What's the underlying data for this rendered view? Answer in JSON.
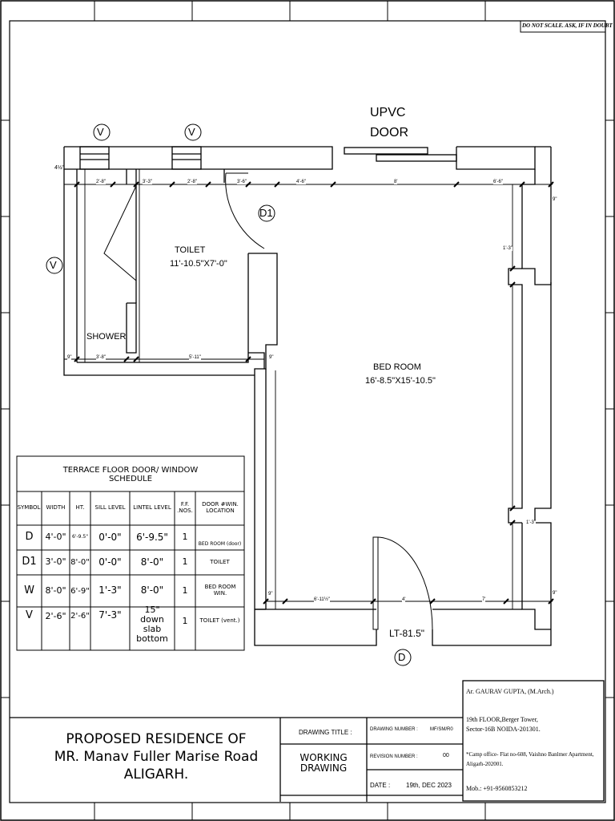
{
  "notice": "DO NOT SCALE. ASK, IF IN DOUBT",
  "plan": {
    "upvc_door": [
      "UPVC",
      "DOOR"
    ],
    "window_tags": [
      "V",
      "V",
      "V"
    ],
    "door_tags": [
      "D1",
      "D"
    ],
    "toilet": {
      "name": "TOILET",
      "size": "11'-10.5\"X7'-0\""
    },
    "shower": "SHOWER",
    "bedroom": {
      "name": "BED ROOM",
      "size": "16'-8.5\"X15'-10.5\""
    },
    "lintel_note": "LT-81.5\"",
    "dims": {
      "d_2_8a": "2'-8\"",
      "d_3_3": "3'-3\"",
      "d_2_8b": "2'-8\"",
      "d_3_6": "3'-6\"",
      "d_4_6": "4'-6\"",
      "d_8": "8'",
      "d_6_6": "6'-6\"",
      "d_3_8": "3'-8\"",
      "d_5_11": "5'-11\"",
      "d_9a": "9\"",
      "d_9b": "9\"",
      "d_9c": "9\"",
      "d_9d": "9\"",
      "d_9e": "9\"",
      "d_1_3a": "1'-3\"",
      "d_1_3b": "1'-3\"",
      "d_6_11": "6'-11½\"",
      "d_4": "4'",
      "d_7": "7'",
      "d_4_5": "4½\""
    }
  },
  "schedule": {
    "title": [
      "TERRACE  FLOOR DOOR/ WINDOW",
      "SCHEDULE"
    ],
    "headers": [
      "SYMBOL",
      "WIDTH",
      "HT.",
      "SILL LEVEL",
      "LINTEL LEVEL",
      "F.F. .NOS.",
      "DOOR #WIN. LOCATION"
    ],
    "rows": [
      [
        "D",
        "4'-0\"",
        "6'-9.5\"",
        "0'-0\"",
        "6'-9.5\"",
        "1",
        "BED ROOM (door)"
      ],
      [
        "D1",
        "3'-0\"",
        "8'-0\"",
        "0'-0\"",
        "8'-0\"",
        "1",
        "TOILET"
      ],
      [
        "W",
        "8'-0\"",
        "6'-9\"",
        "1'-3\"",
        "8'-0\"",
        "1",
        "BED ROOM WIN."
      ],
      [
        "V",
        "2'-6\"",
        "2'-6\"",
        "7'-3\"",
        "15\" down slab bottom",
        "1",
        "TOILET (vent.)"
      ]
    ]
  },
  "title_block": {
    "project": [
      "PROPOSED RESIDENCE OF",
      "MR. Manav Fuller Marise Road",
      "ALIGARH."
    ],
    "drawing_title_label": "DRAWING TITLE :",
    "drawing_title": [
      "WORKING",
      "DRAWING"
    ],
    "drawing_number_label": "DRAWING NUMBER :",
    "drawing_number": "MF/SM/R0",
    "revision_label": "REVISION NUMBER :",
    "revision": "00",
    "date_label": "DATE :",
    "date": "19th, DEC 2023",
    "architect": "Ar. GAURAV GUPTA, (M.Arch.)",
    "address1": "19th FLOOR,Berger Tower,",
    "address2": " Sector-16B  NOIDA-201301.",
    "camp1": "*Camp office- Flat no-608, Vaishno Banlmer Apartment,",
    "camp2": "Aligarh-202001.",
    "mobile": "Mob.: +91-9560853212"
  }
}
